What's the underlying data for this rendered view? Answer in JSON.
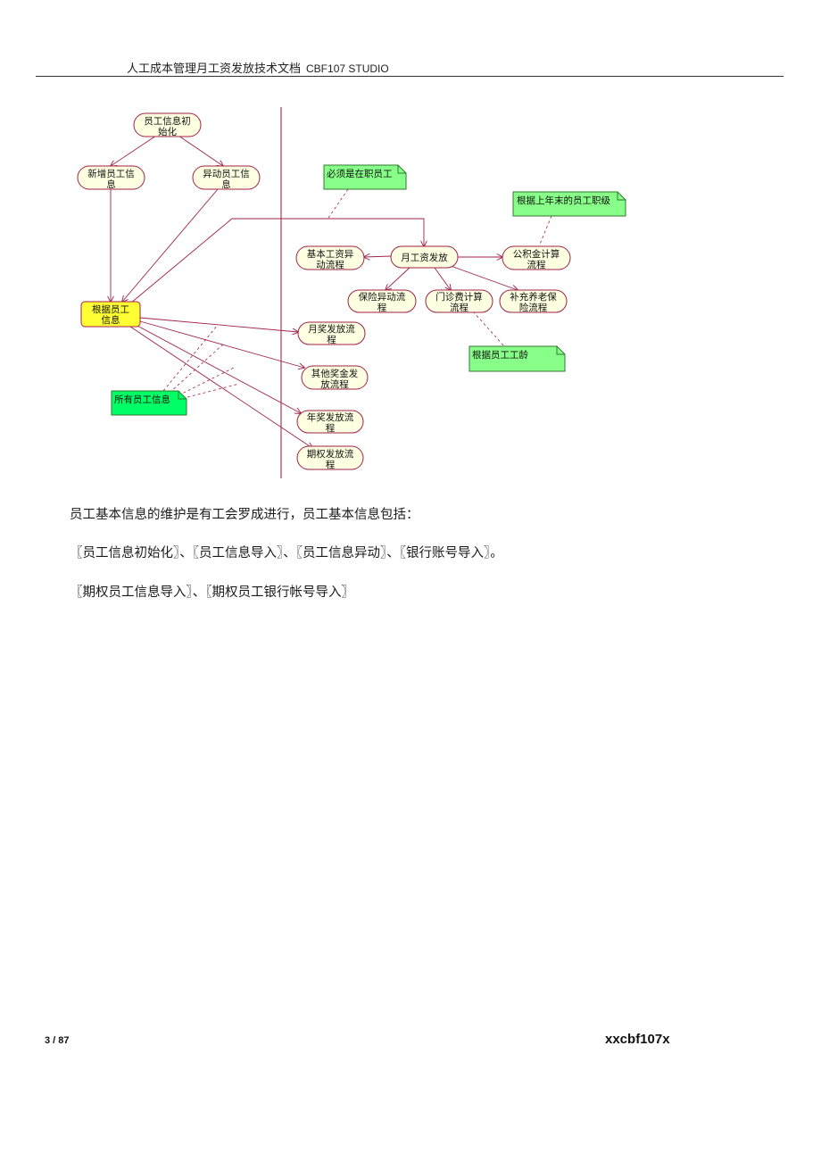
{
  "header": {
    "title": "人工成本管理月工资发放技术文档",
    "studio": "CBF107 STUDIO"
  },
  "diagram": {
    "nodes": {
      "init": [
        "员工信息初",
        "始化"
      ],
      "new": [
        "新增员工信",
        "息"
      ],
      "change": [
        "异动员工信",
        "息"
      ],
      "by_info": [
        "根据员工",
        "信息"
      ],
      "basic_salary": [
        "基本工资异",
        "动流程"
      ],
      "monthly_salary": [
        "月工资发放"
      ],
      "fund": [
        "公积金计算",
        "流程"
      ],
      "insurance": [
        "保险异动流",
        "程"
      ],
      "clinic": [
        "门诊费计算",
        "流程"
      ],
      "pension": [
        "补充养老保",
        "险流程"
      ],
      "monthly_bonus": [
        "月奖发放流",
        "程"
      ],
      "other_bonus": [
        "其他奖金发",
        "放流程"
      ],
      "annual_bonus": [
        "年奖发放流",
        "程"
      ],
      "option": [
        "期权发放流",
        "程"
      ]
    },
    "notes": {
      "must_active": "必须是在职员工",
      "by_rank": "根据上年末的员工职级",
      "by_seniority": "根据员工工龄",
      "all_info": "所有员工信息"
    }
  },
  "body": {
    "para1": "员工基本信息的维护是有工会罗成进行，员工基本信息包括：",
    "para2": "〖员工信息初始化〗、〖员工信息导入〗、〖员工信息异动〗、〖银行账号导入〗。",
    "para3": "〖期权员工信息导入〗、〖期权员工银行帐号导入〗"
  },
  "footer": {
    "page": "3 / 87",
    "brand": "xxcbf107x"
  },
  "colors": {
    "node_fill": "#ffffe1",
    "node_stroke": "#a0214a",
    "highlight_fill": "#ffff33",
    "note_fill": "#88ff88",
    "note_green": "#00ff66",
    "arrow": "#a0214a"
  }
}
